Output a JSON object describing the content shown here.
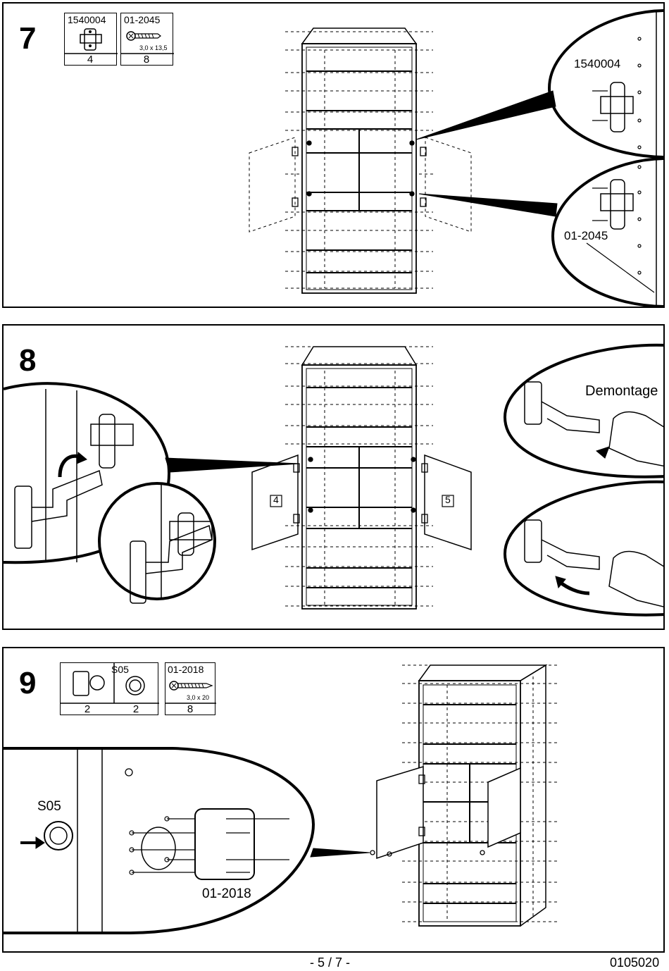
{
  "steps": [
    {
      "number": "7",
      "parts": [
        {
          "code": "1540004",
          "size": "",
          "qty": "4",
          "icon": "hinge-plate-icon"
        },
        {
          "code": "01-2045",
          "size": "3,0 x 13,5",
          "qty": "8",
          "icon": "screw-icon"
        }
      ],
      "callouts": [
        "1540004",
        "01-2045"
      ]
    },
    {
      "number": "8",
      "door_labels": [
        "4",
        "5"
      ],
      "callouts": [
        "Demontage"
      ]
    },
    {
      "number": "9",
      "parts": [
        {
          "code": "S05",
          "size": "",
          "qty": [
            "2",
            "2"
          ],
          "icon": "lock-icon"
        },
        {
          "code": "01-2018",
          "size": "3,0 x 20",
          "qty": "8",
          "icon": "screw-icon"
        }
      ],
      "callouts": [
        "S05",
        "01-2018"
      ]
    }
  ],
  "footer": {
    "page": "- 5 / 7 -",
    "doc_code": "0105020"
  }
}
